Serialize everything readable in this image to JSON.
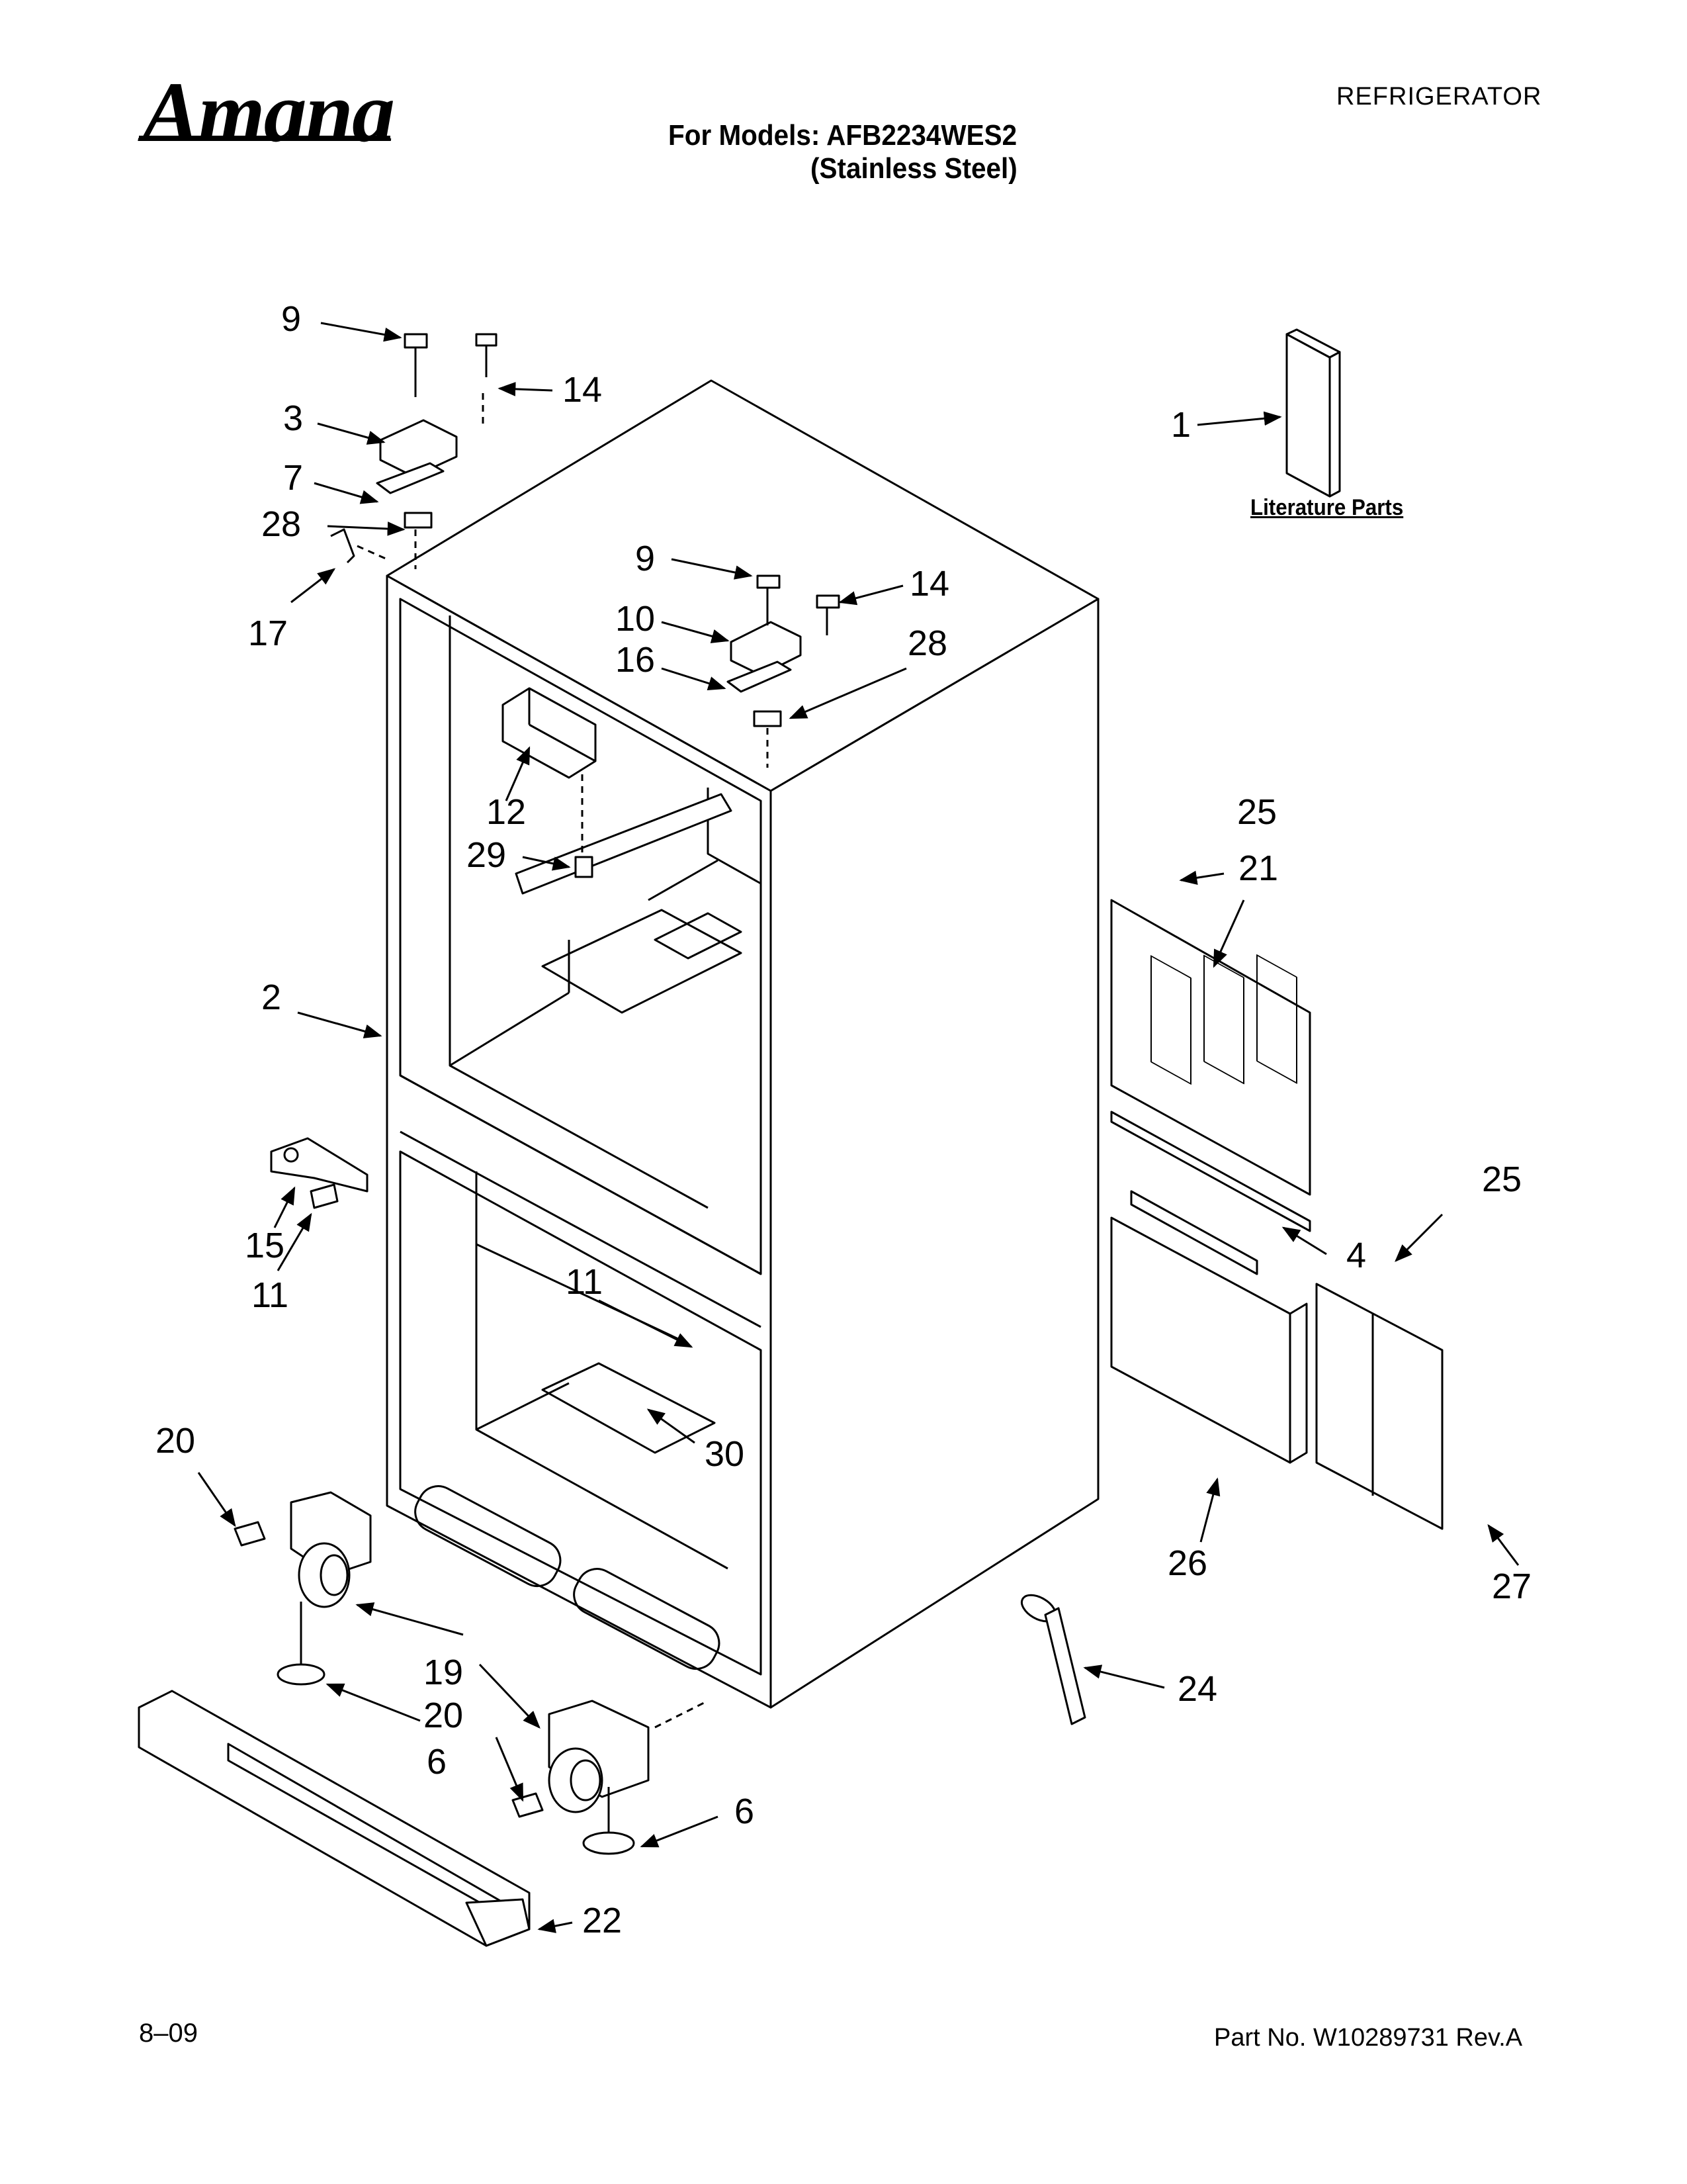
{
  "header": {
    "brand": "Amana",
    "category": "REFRIGERATOR",
    "models_line1": "For Models: AFB2234WES2",
    "models_line2": "(Stainless Steel)"
  },
  "literature_label": "Literature Parts",
  "footer": {
    "date": "8–09",
    "part_number": "Part No. W10289731 Rev.A"
  },
  "callouts": [
    {
      "id": "c9a",
      "label": "9"
    },
    {
      "id": "c14a",
      "label": "14"
    },
    {
      "id": "c3",
      "label": "3"
    },
    {
      "id": "c7",
      "label": "7"
    },
    {
      "id": "c28a",
      "label": "28"
    },
    {
      "id": "c17",
      "label": "17"
    },
    {
      "id": "c9b",
      "label": "9"
    },
    {
      "id": "c14b",
      "label": "14"
    },
    {
      "id": "c10",
      "label": "10"
    },
    {
      "id": "c16",
      "label": "16"
    },
    {
      "id": "c28b",
      "label": "28"
    },
    {
      "id": "c12",
      "label": "12"
    },
    {
      "id": "c29",
      "label": "29"
    },
    {
      "id": "c1",
      "label": "1"
    },
    {
      "id": "c25a",
      "label": "25"
    },
    {
      "id": "c21",
      "label": "21"
    },
    {
      "id": "c2",
      "label": "2"
    },
    {
      "id": "c15",
      "label": "15"
    },
    {
      "id": "c11a",
      "label": "11"
    },
    {
      "id": "c11b",
      "label": "11"
    },
    {
      "id": "c25b",
      "label": "25"
    },
    {
      "id": "c4",
      "label": "4"
    },
    {
      "id": "c30",
      "label": "30"
    },
    {
      "id": "c20a",
      "label": "20"
    },
    {
      "id": "c26",
      "label": "26"
    },
    {
      "id": "c27",
      "label": "27"
    },
    {
      "id": "c19",
      "label": "19"
    },
    {
      "id": "c20b",
      "label": "20"
    },
    {
      "id": "c6a",
      "label": "6"
    },
    {
      "id": "c24",
      "label": "24"
    },
    {
      "id": "c6b",
      "label": "6"
    },
    {
      "id": "c22",
      "label": "22"
    }
  ]
}
